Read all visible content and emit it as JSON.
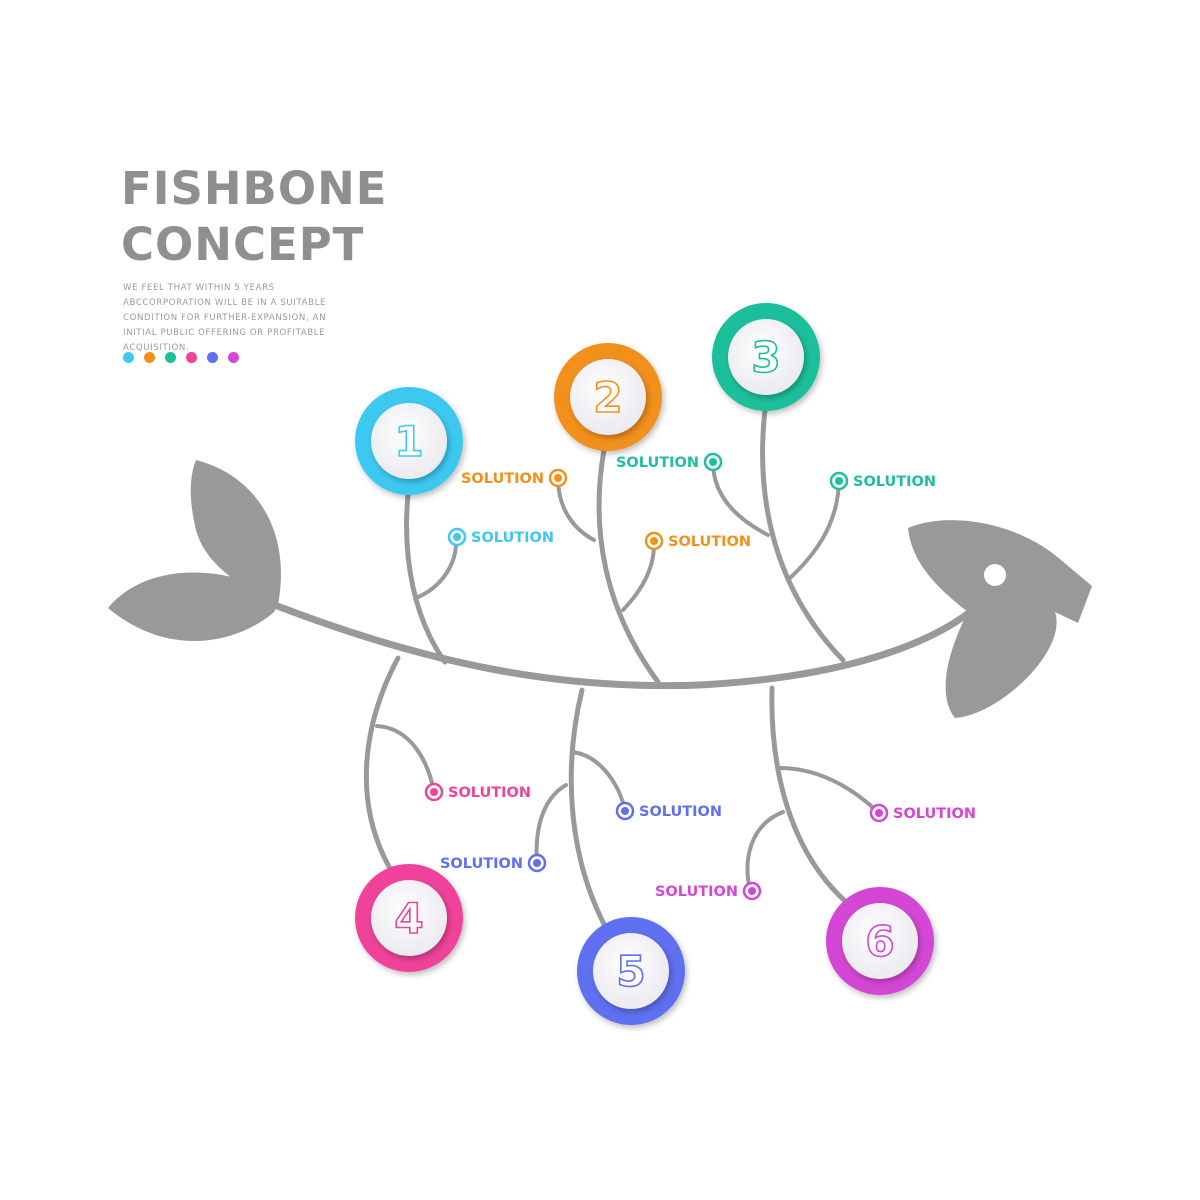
{
  "title": {
    "line1": "FISHBONE",
    "line2": "CONCEPT"
  },
  "description": "WE FEEL THAT WITHIN 5 YEARS ABCCORPORATION WILL BE IN A SUITABLE CONDITION FOR FURTHER-EXPANSION, AN INITIAL PUBLIC OFFERING OR PROFITABLE ACQUISITION.",
  "colors": {
    "bone": "#999999",
    "cyan": "#3ec8f2",
    "orange": "#f2901c",
    "teal": "#1dbf9c",
    "pink": "#f0429a",
    "blue": "#5e6ff0",
    "magenta": "#d446d6"
  },
  "legend_dots": [
    "#3ec8f2",
    "#f2901c",
    "#1dbf9c",
    "#f0429a",
    "#5e6ff0",
    "#d446d6"
  ],
  "nodes": [
    {
      "number": "1",
      "color": "#3ec8f2"
    },
    {
      "number": "2",
      "color": "#f2901c"
    },
    {
      "number": "3",
      "color": "#1dbf9c"
    },
    {
      "number": "4",
      "color": "#f0429a"
    },
    {
      "number": "5",
      "color": "#5e6ff0"
    },
    {
      "number": "6",
      "color": "#d446d6"
    }
  ],
  "solutions": [
    {
      "label": "SOLUTION",
      "color": "#3ec8f2"
    },
    {
      "label": "SOLUTION",
      "color": "#f2901c"
    },
    {
      "label": "SOLUTION",
      "color": "#f2901c"
    },
    {
      "label": "SOLUTION",
      "color": "#1dbf9c"
    },
    {
      "label": "SOLUTION",
      "color": "#1dbf9c"
    },
    {
      "label": "SOLUTION",
      "color": "#f0429a"
    },
    {
      "label": "SOLUTION",
      "color": "#5e6ff0"
    },
    {
      "label": "SOLUTION",
      "color": "#5e6ff0"
    },
    {
      "label": "SOLUTION",
      "color": "#d446d6"
    },
    {
      "label": "SOLUTION",
      "color": "#d446d6"
    }
  ]
}
